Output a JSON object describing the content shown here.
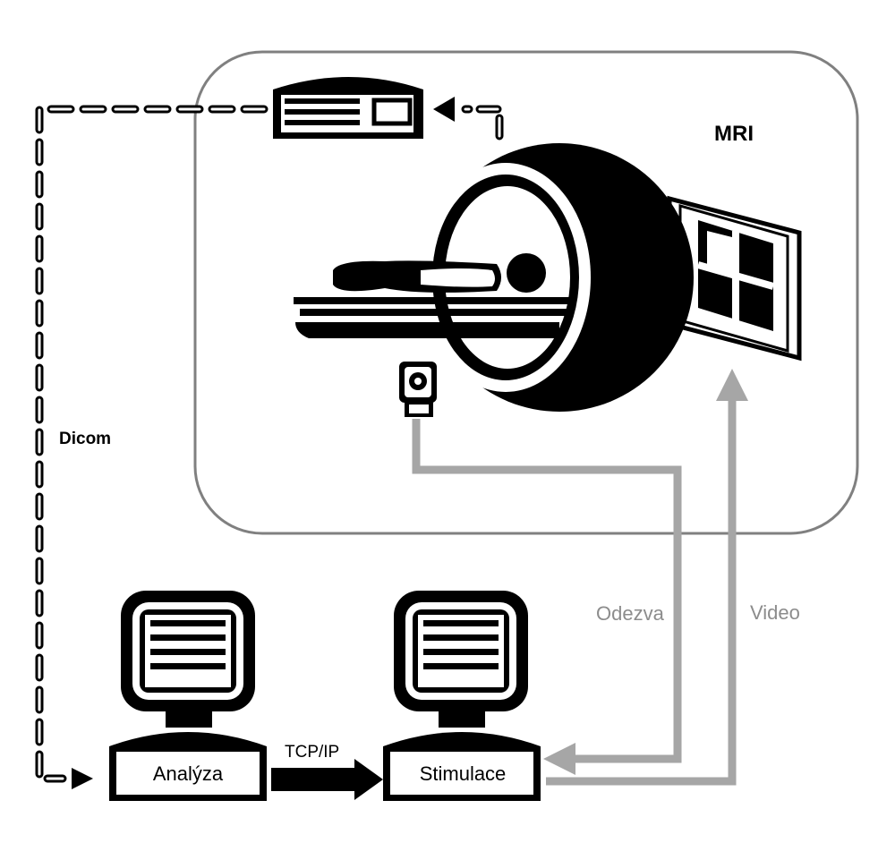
{
  "diagram": {
    "room_label": "MRI",
    "dicom_label": "Dicom",
    "response_label": "Odezva",
    "video_label": "Video",
    "protocol_label": "TCP/IP",
    "analysis_label": "Analýza",
    "stimulation_label": "Stimulace"
  },
  "colors": {
    "black": "#000000",
    "gray_line": "#a6a6a6",
    "room_border": "#808080",
    "label_gray": "#8c8c8c"
  },
  "icons": [
    "mri-scanner-icon",
    "console-unit-icon",
    "camera-icon",
    "projection-screen-icon",
    "computer-icon",
    "patient-icon"
  ]
}
